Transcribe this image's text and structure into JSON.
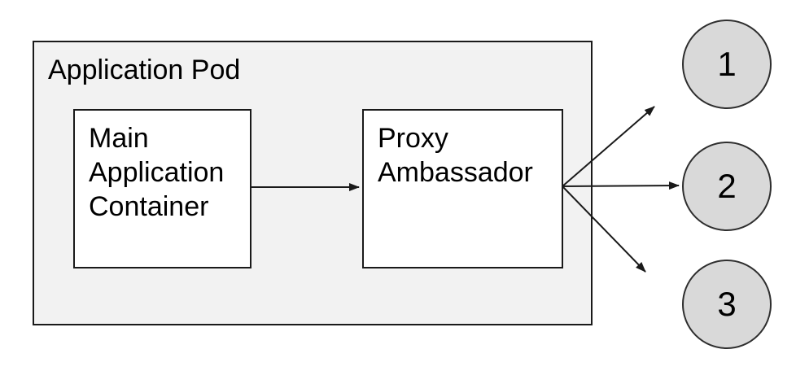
{
  "pod": {
    "label": "Application Pod"
  },
  "nodes": [
    {
      "id": "main",
      "label": "Main Application Container"
    },
    {
      "id": "proxy",
      "label": "Proxy Ambassador"
    }
  ],
  "endpoints": [
    {
      "label": "1"
    },
    {
      "label": "2"
    },
    {
      "label": "3"
    }
  ],
  "edges": [
    {
      "from": "main",
      "to": "proxy"
    },
    {
      "from": "proxy",
      "to": "1"
    },
    {
      "from": "proxy",
      "to": "2"
    },
    {
      "from": "proxy",
      "to": "3"
    }
  ],
  "theme": {
    "pod_fill": "#f2f2f2",
    "node_fill": "#ffffff",
    "endpoint_fill": "#d9d9d9",
    "border": "#1a1a1a",
    "circle_border": "#2e2e2e",
    "arrow": "#1a1a1a",
    "text": "#000000"
  }
}
